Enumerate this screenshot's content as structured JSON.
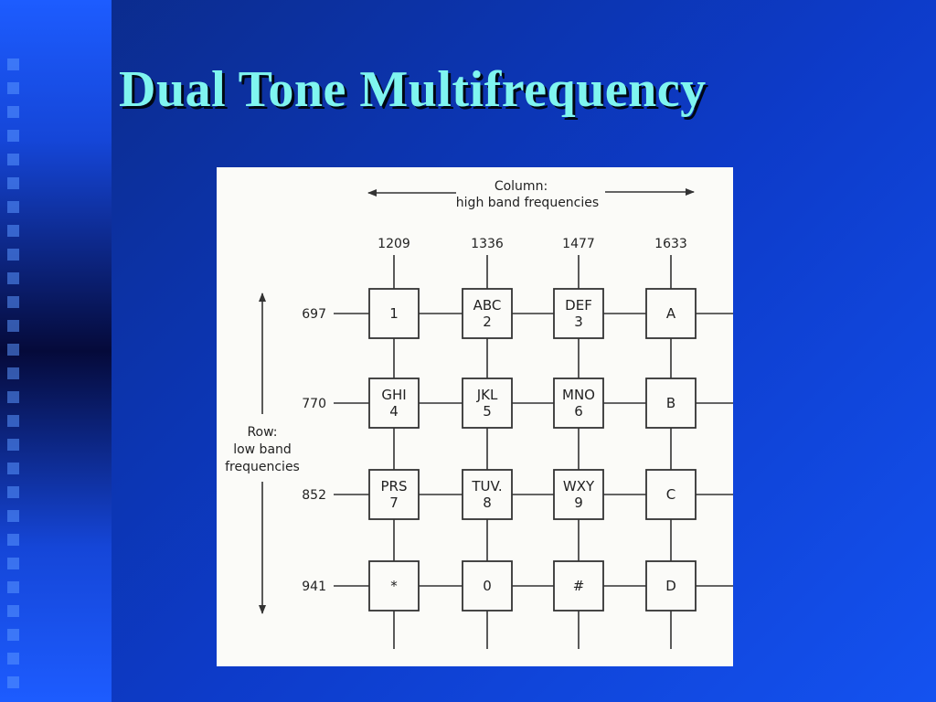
{
  "slide": {
    "title": "Dual Tone Multifrequency"
  },
  "diagram": {
    "column_header": [
      "Column:",
      "high band frequencies"
    ],
    "row_header": [
      "Row:",
      "low band",
      "frequencies"
    ],
    "columns": [
      "1209",
      "1336",
      "1477",
      "1633"
    ],
    "rows": [
      "697",
      "770",
      "852",
      "941"
    ],
    "keys": [
      [
        [
          "1"
        ],
        [
          "ABC",
          "2"
        ],
        [
          "DEF",
          "3"
        ],
        [
          "A"
        ]
      ],
      [
        [
          "GHI",
          "4"
        ],
        [
          "JKL",
          "5"
        ],
        [
          "MNO",
          "6"
        ],
        [
          "B"
        ]
      ],
      [
        [
          "PRS",
          "7"
        ],
        [
          "TUV.",
          "8"
        ],
        [
          "WXY",
          "9"
        ],
        [
          "C"
        ]
      ],
      [
        [
          "*"
        ],
        [
          "0"
        ],
        [
          "#"
        ],
        [
          "D"
        ]
      ]
    ]
  }
}
